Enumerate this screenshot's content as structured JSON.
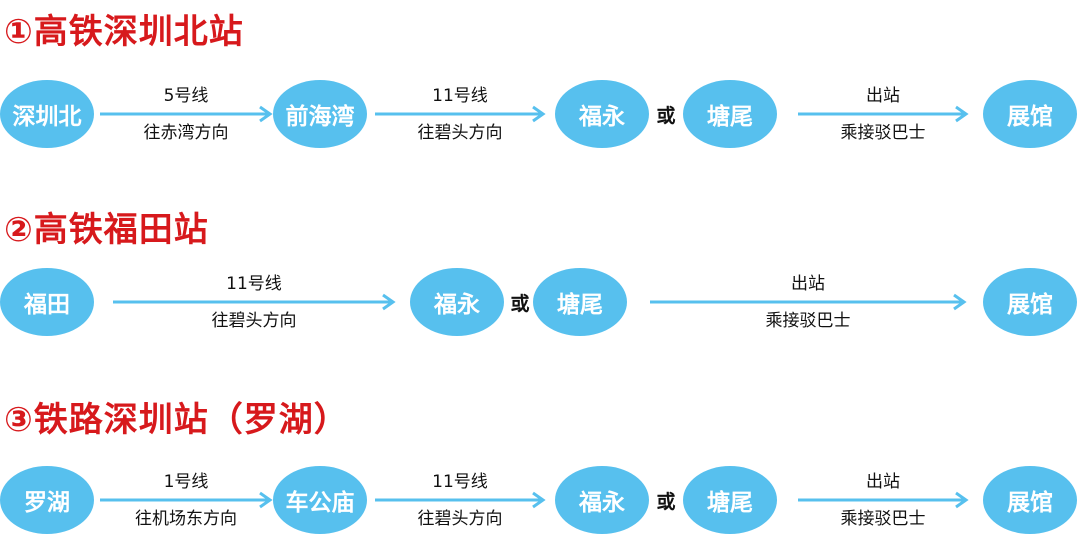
{
  "routes": [
    {
      "title": "①高铁深圳北站",
      "steps": {
        "n0": "深圳北",
        "e0_top": "5号线",
        "e0_bottom": "往赤湾方向",
        "n1": "前海湾",
        "e1_top": "11号线",
        "e1_bottom": "往碧头方向",
        "n2": "福永",
        "or": "或",
        "n3": "塘尾",
        "e2_top": "出站",
        "e2_bottom": "乘接驳巴士",
        "n4": "展馆"
      }
    },
    {
      "title": "②高铁福田站",
      "steps": {
        "n0": "福田",
        "e0_top": "11号线",
        "e0_bottom": "往碧头方向",
        "n1": "福永",
        "or": "或",
        "n2": "塘尾",
        "e1_top": "出站",
        "e1_bottom": "乘接驳巴士",
        "n3": "展馆"
      }
    },
    {
      "title": "③铁路深圳站（罗湖）",
      "steps": {
        "n0": "罗湖",
        "e0_top": "1号线",
        "e0_bottom": "往机场东方向",
        "n1": "车公庙",
        "e1_top": "11号线",
        "e1_bottom": "往碧头方向",
        "n2": "福永",
        "or": "或",
        "n3": "塘尾",
        "e2_top": "出站",
        "e2_bottom": "乘接驳巴士",
        "n4": "展馆"
      }
    }
  ],
  "colors": {
    "title": "#d7191c",
    "node": "#57c0ee",
    "arrow": "#57c0ee"
  }
}
